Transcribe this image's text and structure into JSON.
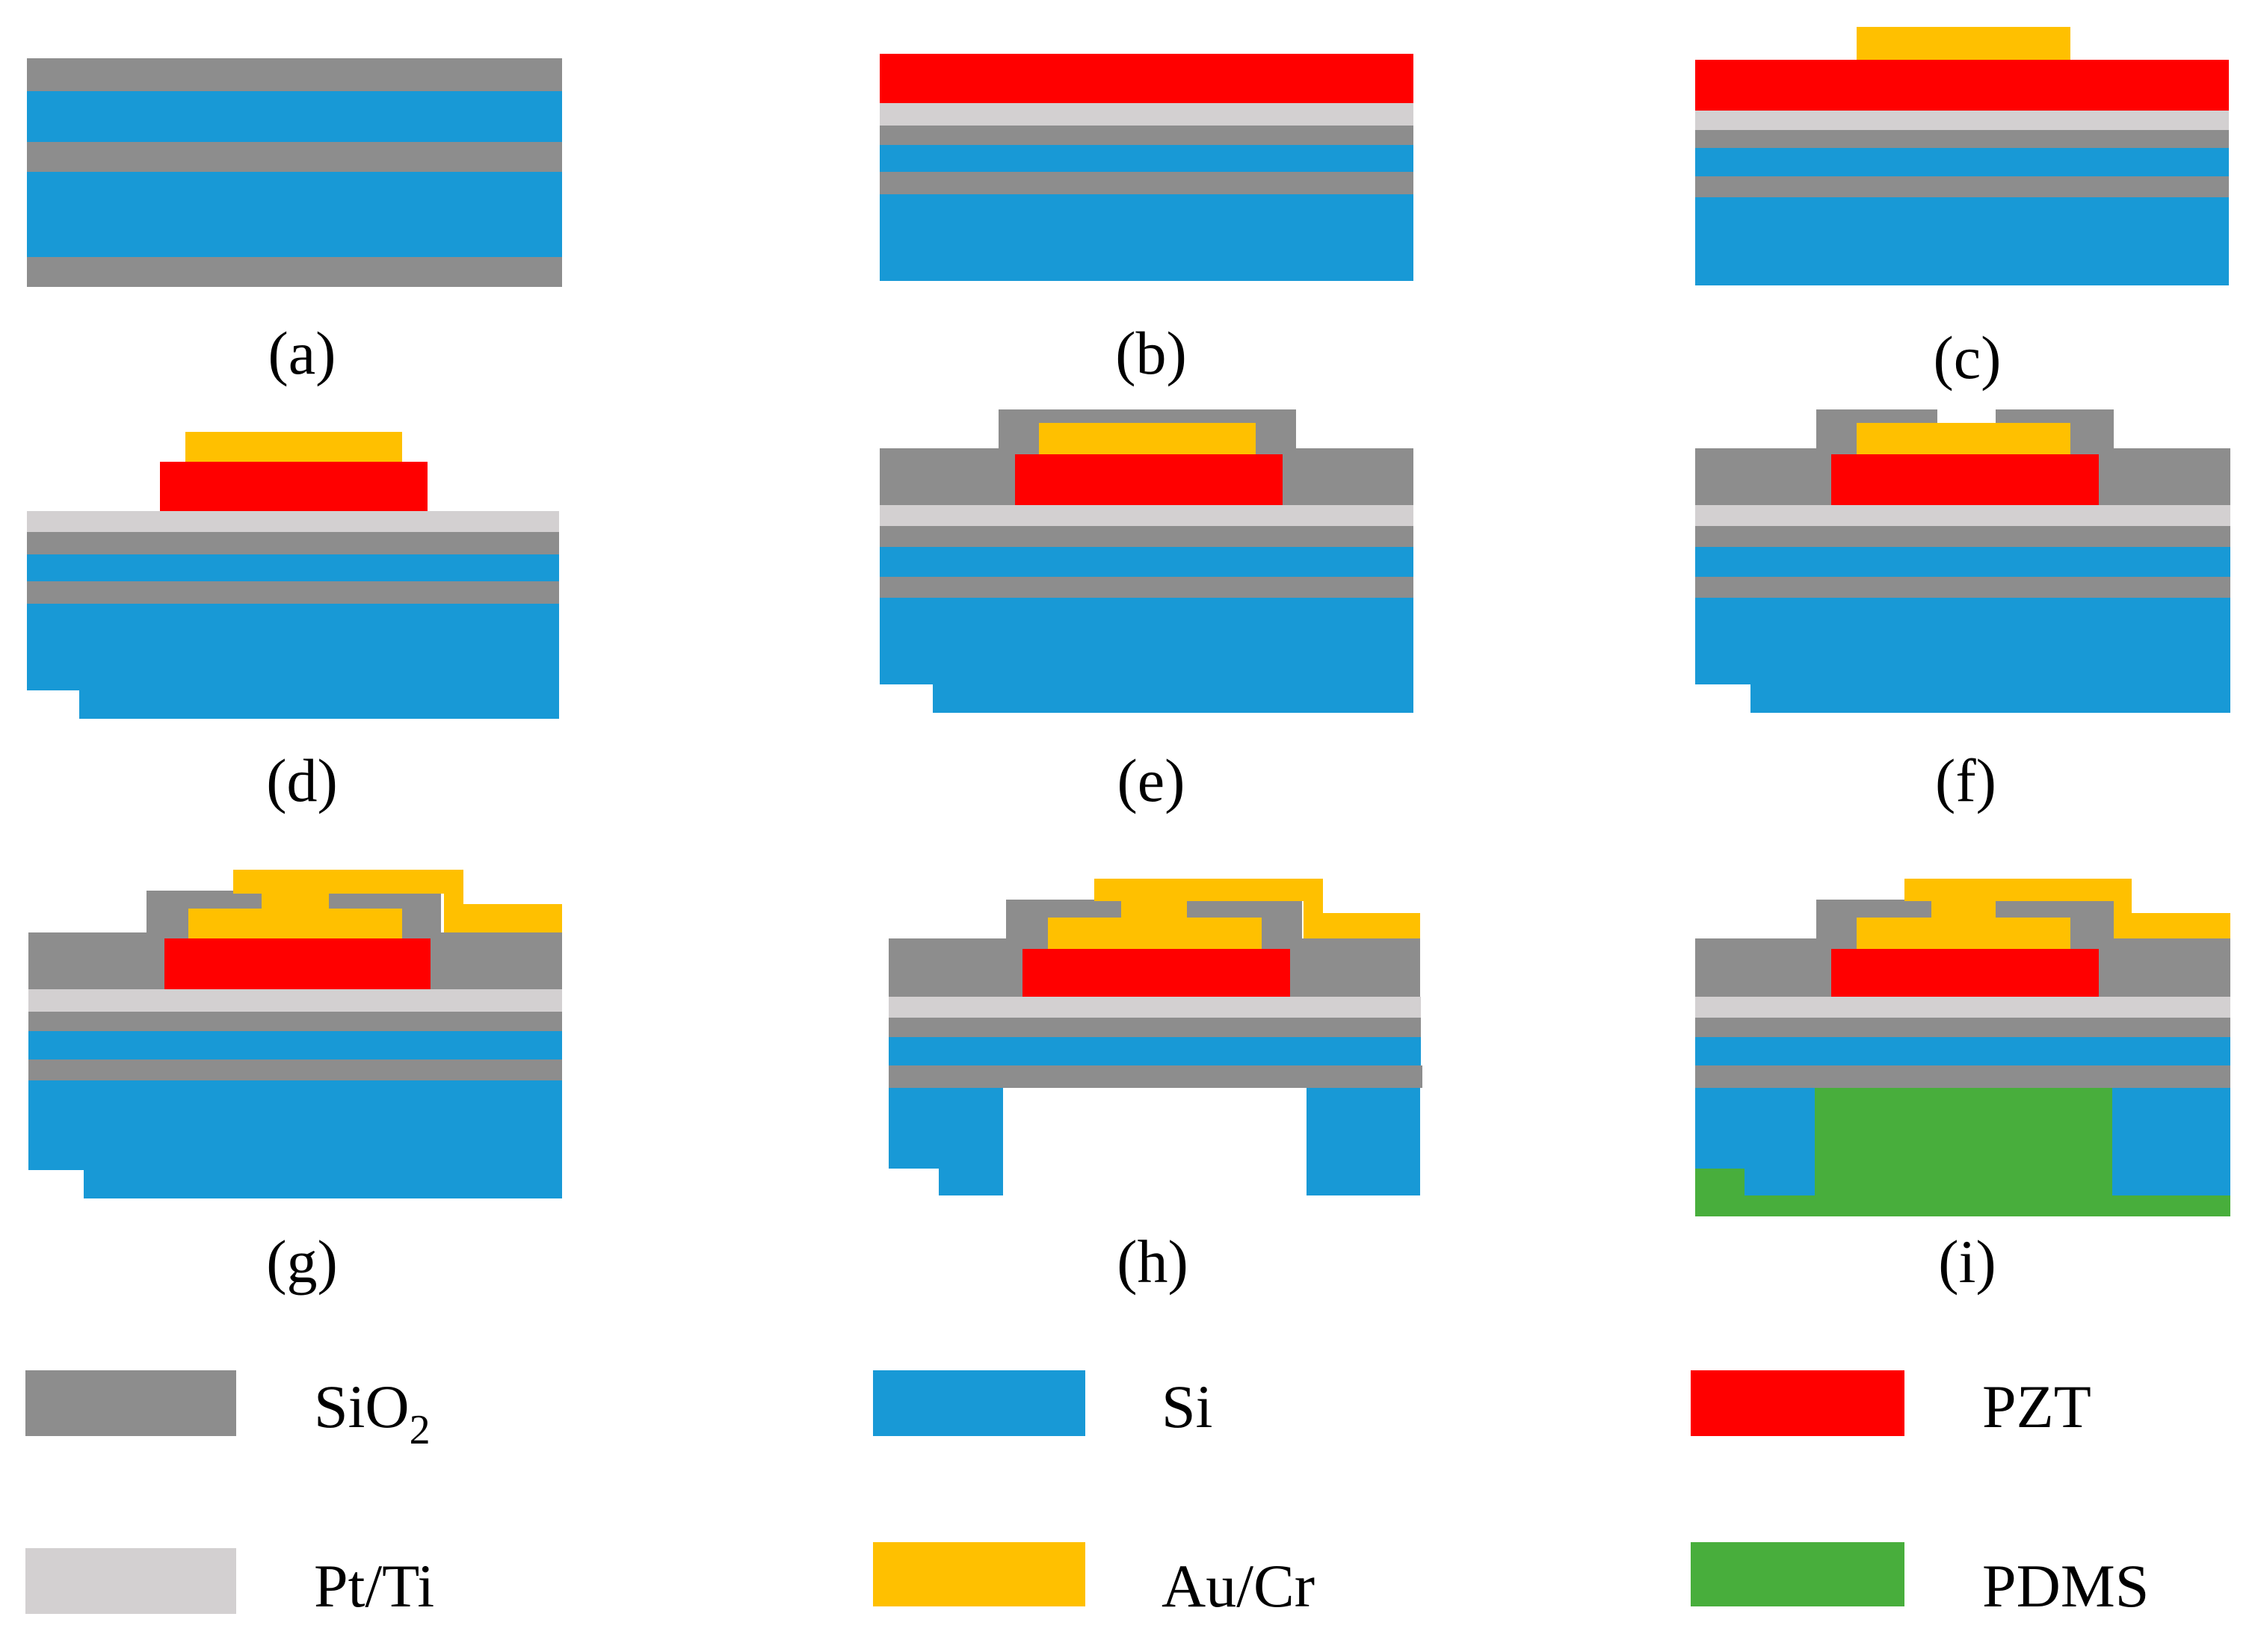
{
  "materials": {
    "sio2": {
      "label": "SiO",
      "subscript": "2",
      "color": "#8d8d8d"
    },
    "si": {
      "label": "Si",
      "color": "#1899d6"
    },
    "pzt": {
      "label": "PZT",
      "color": "#ff0000"
    },
    "ptti": {
      "label": "Pt/Ti",
      "color": "#d3d0d1"
    },
    "aucr": {
      "label": "Au/Cr",
      "color": "#ffc000"
    },
    "pdms": {
      "label": "PDMS",
      "color": "#48ae3c"
    }
  },
  "steps": [
    "(a)",
    "(b)",
    "(c)",
    "(d)",
    "(e)",
    "(f)",
    "(g)",
    "(h)",
    "(i)"
  ]
}
